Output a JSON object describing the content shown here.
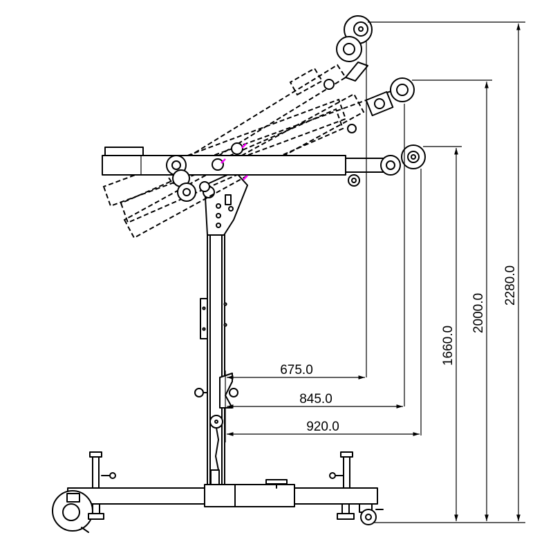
{
  "dimensions": {
    "horizontal": [
      "675.0",
      "845.0",
      "920.0"
    ],
    "vertical": [
      "1660.0",
      "2000.0",
      "2280.0"
    ]
  },
  "colors": {
    "line": "#000000",
    "marker": "#ff00ff",
    "background": "#ffffff"
  }
}
